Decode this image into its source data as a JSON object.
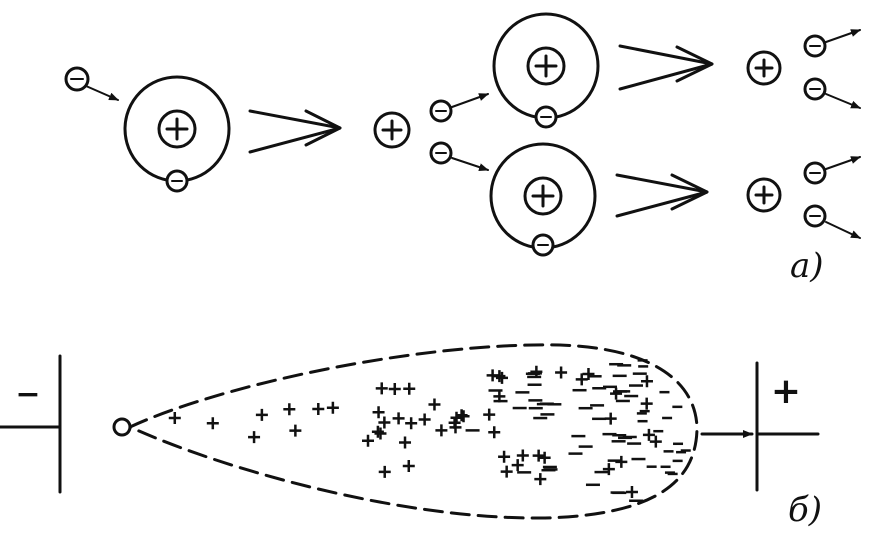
{
  "panel_a": {
    "label": "а)",
    "atom_count": 3,
    "ion_count": 3,
    "free_electron_count": 7
  },
  "panel_b": {
    "label": "б)",
    "cathode_sign": "−",
    "anode_sign": "+"
  },
  "colors": {
    "ink": "#111111",
    "background": "#ffffff"
  },
  "icons": {
    "atom": "atom-with-orbiting-electron",
    "ion": "positive-ion-circle",
    "electron": "electron-circle-with-arrow",
    "process": "double-chevron-arrow"
  }
}
